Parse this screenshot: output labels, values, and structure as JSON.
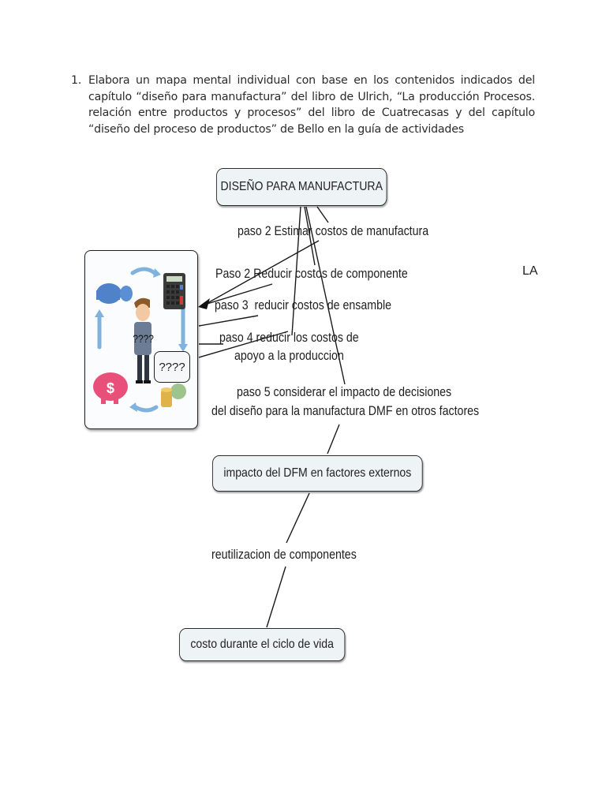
{
  "document": {
    "instruction": {
      "number": "1.",
      "text": "Elabora un mapa mental individual con base en los contenidos indicados del capítulo “diseño para manufactura” del libro de Ulrich, “La producción Procesos. relación entre productos y procesos” del libro de Cuatrecasas y del capítulo “diseño del proceso de productos” de Bello en la guía de actividades"
    },
    "mind_map": {
      "nodes": {
        "root": "DISEÑO PARA MANUFACTURA",
        "external": "impacto del DFM en factores externos",
        "lifecycle": "costo durante el ciclo de vida"
      },
      "labels": {
        "step2_estimate": "paso 2 Estimar costos de manufactura",
        "step2_reduce": "Paso 2 Reducir costos de componente",
        "step3": "paso 3  reducir costos de ensamble",
        "step4_line1": "paso 4 reducir los costos de",
        "step4_line2": "apoyo a la produccion",
        "step5_line1": "paso 5 considerar el impacto de decisiones",
        "step5_line2": "del diseño para la manufactura DMF en otros factores",
        "reuse": "reutilizacion de componentes"
      },
      "illustration": {
        "chest_text": "????",
        "bubble_text": "????",
        "icons": [
          "toy-piece-icon",
          "calculator-icon",
          "thinking-man-icon",
          "piggy-bank-icon",
          "coins-money-icon",
          "cycle-arrow-icon"
        ]
      },
      "cut_off_text": "LA"
    },
    "colors": {
      "node_fill": "#eef3f5",
      "node_border": "#2b2b2b",
      "arrow_blue": "#7fb3de",
      "piggy_pink": "#e8507a",
      "toy_blue": "#4f82c8"
    }
  }
}
